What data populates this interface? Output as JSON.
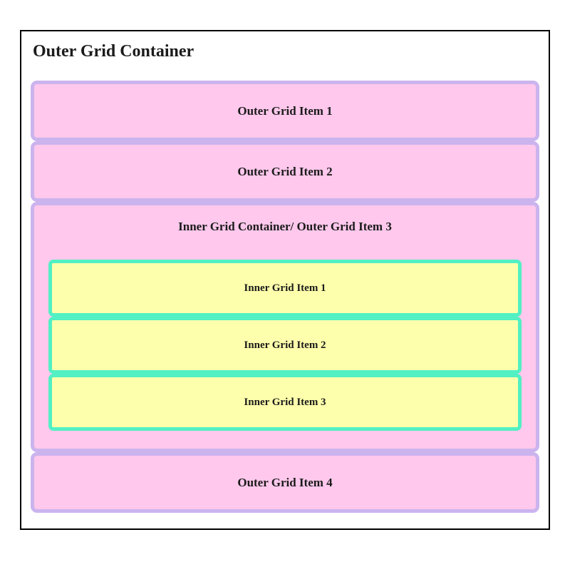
{
  "page_heading": "Outer Grid Container",
  "outer_grid": {
    "item1_label": "Outer Grid Item 1",
    "item2_label": "Outer Grid Item 2",
    "item3_label": "Inner Grid Container/ Outer Grid Item 3",
    "item4_label": "Outer Grid Item 4"
  },
  "inner_grid": {
    "item1_label": "Inner Grid Item 1",
    "item2_label": "Inner Grid Item 2",
    "item3_label": "Inner Grid Item 3"
  },
  "colors": {
    "page_bg": "#ffffff",
    "container_border": "#000000",
    "outer_item_bg": "#ffc8ec",
    "outer_item_border": "#cbb4ee",
    "inner_item_bg": "#feffac",
    "inner_item_border": "#52f0c3",
    "text": "#1b1b1b"
  }
}
